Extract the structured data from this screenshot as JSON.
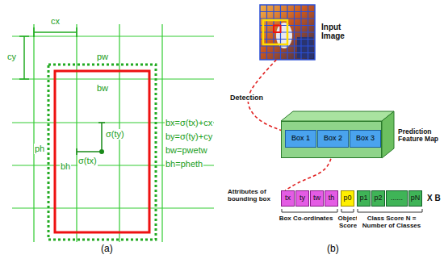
{
  "diagram": {
    "nodes": [
      {
        "text": [
          "Input Image"
        ]
      },
      {
        "text": [
          "Prediction Feature Map"
        ]
      },
      {
        "text": [
          "Box 1"
        ],
        "in": 1
      },
      {
        "text": [
          "Box 2"
        ],
        "in": 1
      },
      {
        "text": [
          "Box 3"
        ],
        "in": 1
      },
      {
        "text": [
          "Attributes of bounding box"
        ]
      },
      {
        "text": [
          "tx"
        ],
        "in": 5
      },
      {
        "text": [
          "ty"
        ],
        "in": 5
      },
      {
        "text": [
          "tw"
        ],
        "in": 5
      },
      {
        "text": [
          "th"
        ],
        "in": 5
      },
      {
        "text": [
          "p0"
        ],
        "in": 5
      },
      {
        "text": [
          "p1"
        ],
        "in": 5
      },
      {
        "text": [
          "p2"
        ],
        "in": 5
      },
      {
        "text": [
          "......"
        ],
        "in": 5
      },
      {
        "text": [
          "pN"
        ],
        "in": 5
      }
    ],
    "edges": [
      {
        "from": 0,
        "to": 1,
        "label": "Detection",
        "arrow": "none"
      },
      {
        "from": 3,
        "to": 5,
        "arrow": "none"
      }
    ],
    "labels": [
      "cx",
      "cy",
      "pw",
      "bw",
      "ph",
      "bh",
      "σ(ty)",
      "σ(tx)",
      "bx=σ(tx)+cx",
      "by=σ(ty)+cy",
      "bw=pwetw",
      "bh=pheth",
      "(a)",
      "X B",
      "Box Co-ordinates",
      "Object Score",
      "Class Score N = Number of Classes",
      "(b)"
    ]
  }
}
